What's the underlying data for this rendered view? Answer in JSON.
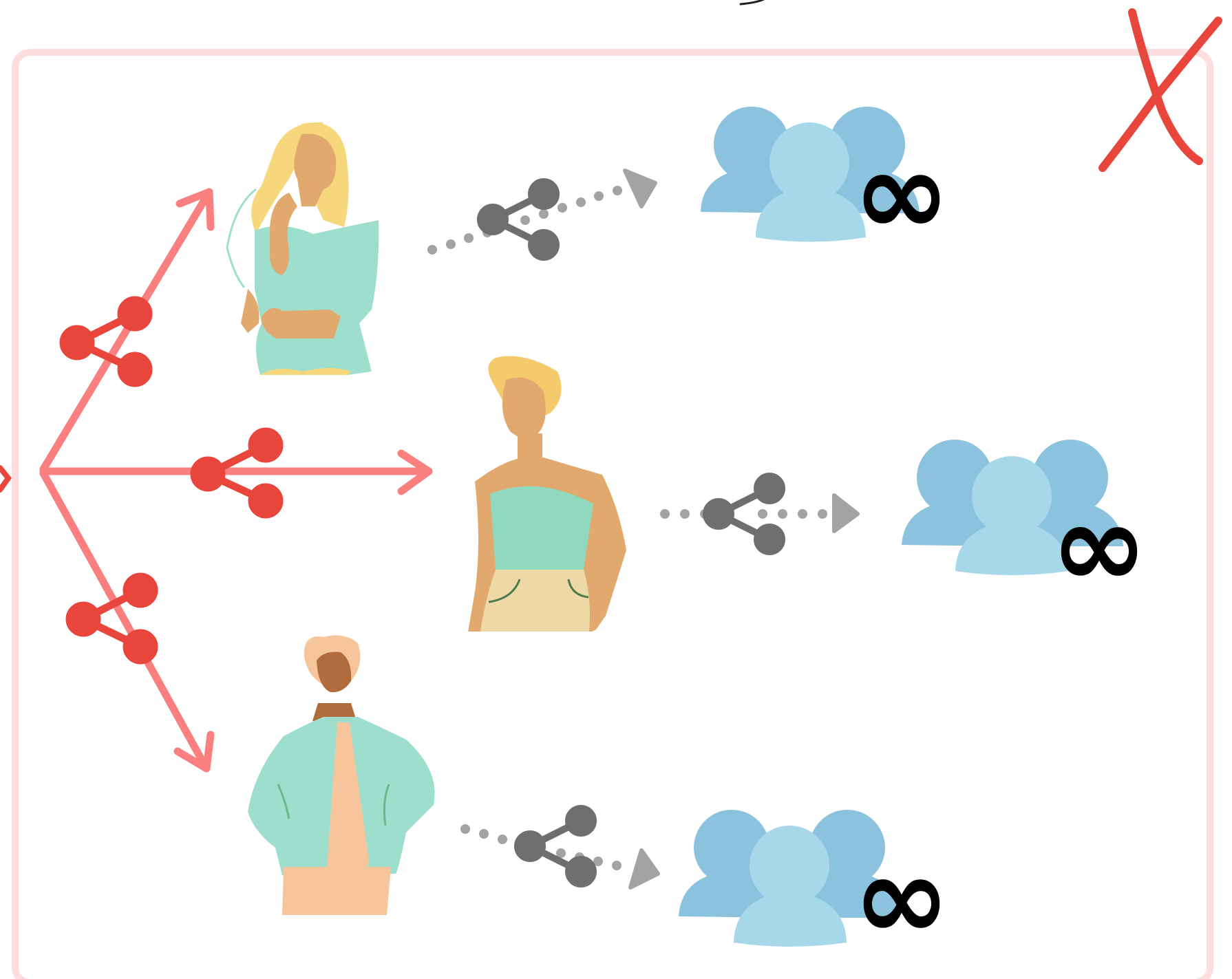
{
  "colors": {
    "frame": "#fddede",
    "accent_red": "#e8453c",
    "arrow_pink": "#fa8080",
    "share_gray": "#6f6f6f",
    "dots_gray": "#a3a3a3",
    "crowd_back": "#8bc2dd",
    "crowd_front": "#a6d8ea",
    "skin": "#e2a96f",
    "hair": "#f7d77b",
    "top_mint": "#9ddfcc",
    "pants": "#eed9a6"
  },
  "icons": {
    "close": "close-x-icon",
    "share": "share-icon",
    "crowd": "people-group-icon",
    "infinity": "infinity-icon"
  },
  "crowd_symbol": "∞",
  "branches": [
    {
      "id": "top",
      "person": "woman-blonde-off-shoulder"
    },
    {
      "id": "middle",
      "person": "woman-strapless-top"
    },
    {
      "id": "bottom",
      "person": "man-open-jacket"
    }
  ]
}
